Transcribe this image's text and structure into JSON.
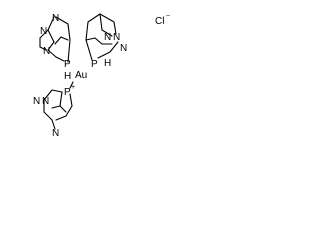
{
  "structure": {
    "gold_label": "Au",
    "chloride_label": "Cl",
    "chloride_charge": "−",
    "phosphonium_label": "P",
    "phosphonium_charge": "+",
    "ligands": [
      {
        "n_labels": [
          "N",
          "N",
          "N"
        ],
        "p_label": "P",
        "h_label": "H"
      },
      {
        "n_labels": [
          "N",
          "N",
          "N"
        ],
        "p_label": "P",
        "h_label": "H"
      },
      {
        "n_labels": [
          "N",
          "N",
          "N"
        ]
      }
    ]
  }
}
